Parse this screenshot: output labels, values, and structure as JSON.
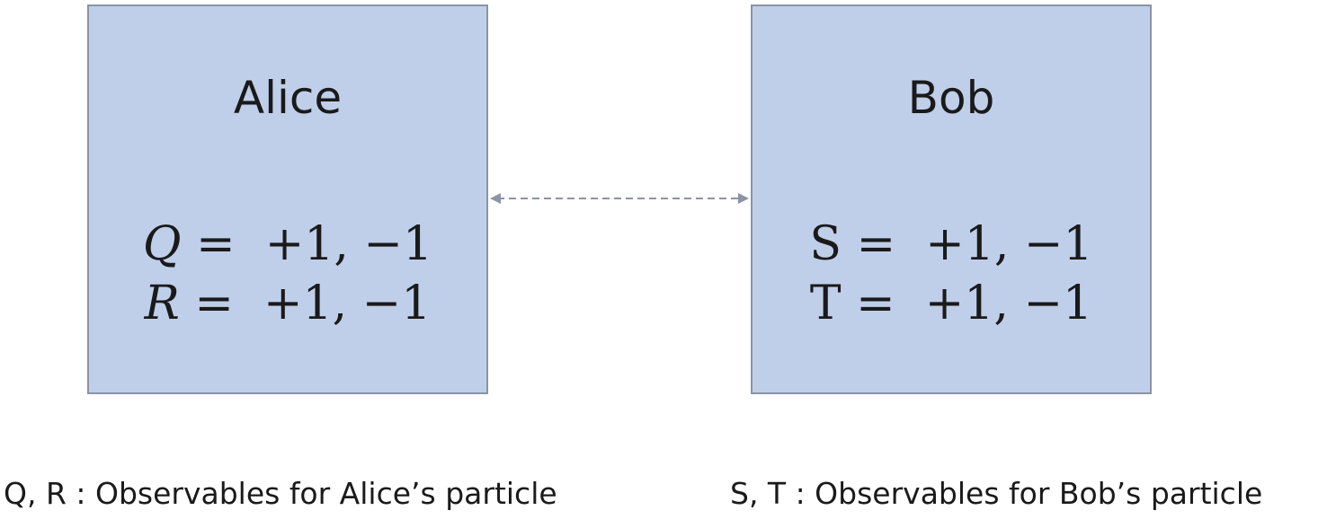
{
  "alice": {
    "title": "Alice",
    "equations": [
      {
        "var": "Q",
        "rhs": " =  +1, −1"
      },
      {
        "var": "R",
        "rhs": " =  +1, −1"
      }
    ]
  },
  "bob": {
    "title": "Bob",
    "equations": [
      {
        "var": "S",
        "rhs": " =  +1, −1"
      },
      {
        "var": "T",
        "rhs": " =  +1, −1"
      }
    ]
  },
  "captions": {
    "left": "Q, R : Observables for Alice’s particle",
    "right": "S, T : Observables for Bob’s particle"
  },
  "colors": {
    "box_fill": "#bfcfea",
    "box_border": "#8a94a6",
    "arrow": "#8a94a6"
  }
}
